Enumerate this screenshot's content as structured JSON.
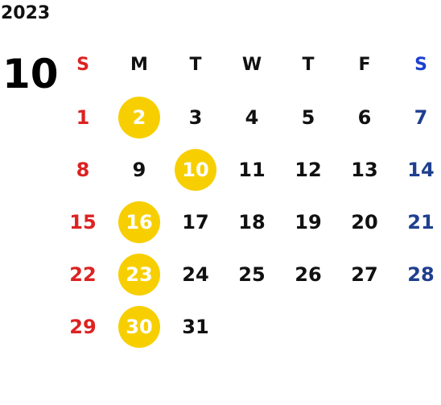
{
  "year": "2023",
  "month": "10",
  "weekdays": [
    "S",
    "M",
    "T",
    "W",
    "T",
    "F",
    "S"
  ],
  "weeks": [
    [
      "1",
      "2",
      "3",
      "4",
      "5",
      "6",
      "7"
    ],
    [
      "8",
      "9",
      "10",
      "11",
      "12",
      "13",
      "14"
    ],
    [
      "15",
      "16",
      "17",
      "18",
      "19",
      "20",
      "21"
    ],
    [
      "22",
      "23",
      "24",
      "25",
      "26",
      "27",
      "28"
    ],
    [
      "29",
      "30",
      "31",
      "",
      "",
      "",
      ""
    ]
  ],
  "highlighted_days": [
    "2",
    "10",
    "16",
    "23",
    "30"
  ],
  "colors": {
    "sunday": "#dd2222",
    "saturday": "#1f3f8f",
    "saturday_header": "#1c3fd0",
    "weekday": "#111111",
    "highlight": "#f7cf00",
    "highlight_text": "#ffffff"
  }
}
